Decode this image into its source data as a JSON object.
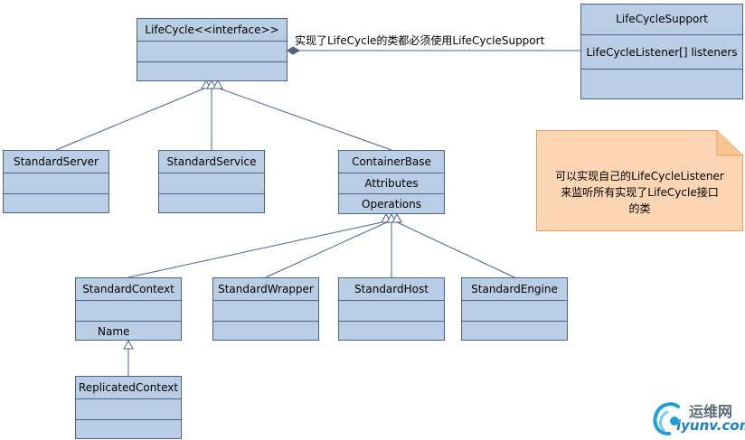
{
  "classes": {
    "lifecycle": {
      "name": "LifeCycle<<interface>>"
    },
    "lifecyclesupport": {
      "name": "LifeCycleSupport",
      "attribute": "LifeCycleListener[] listeners"
    },
    "standardserver": {
      "name": "StandardServer"
    },
    "standardservice": {
      "name": "StandardService"
    },
    "containerbase": {
      "name": "ContainerBase",
      "attribute": "Attributes",
      "operation": "Operations"
    },
    "standardcontext": {
      "name": "StandardContext",
      "operation": "Name"
    },
    "standardwrapper": {
      "name": "StandardWrapper"
    },
    "standardhost": {
      "name": "StandardHost"
    },
    "standardengine": {
      "name": "StandardEngine"
    },
    "replicatedcontext": {
      "name": "ReplicatedContext"
    }
  },
  "association_label": "实现了LifeCycle的类都必须使用LifeCycleSupport",
  "note": {
    "lines": [
      "可以实现自己的LifeCycleListener",
      "来监听所有实现了LifeCycle接口",
      "的类"
    ]
  },
  "watermark": {
    "cn": "运维网",
    "url": "iyunv.com"
  },
  "colors": {
    "class_fill": "#b9cde5",
    "class_border": "#4a6386",
    "note_fill": "#fcd5b5",
    "note_border": "#e4a060",
    "line": "#4a6386"
  }
}
